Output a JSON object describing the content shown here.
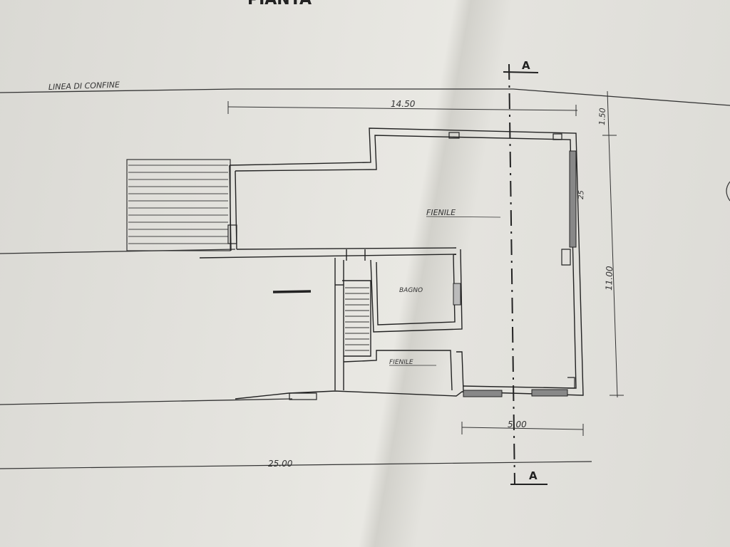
{
  "sheet": {
    "title": "PIANTA"
  },
  "labels": {
    "boundary_line": "LINEA DI CONFINE",
    "room_fienile_main": "FIENILE",
    "room_bagno": "BAGNO",
    "room_fienile_small": "FIENILE"
  },
  "dimensions": {
    "top_width": "14.50",
    "top_right_offset": "1.50",
    "right_height": "11.00",
    "wall_thickness": "25",
    "bottom_segment": "5.00",
    "total_length": "25.00"
  },
  "section_markers": {
    "top": "A",
    "bottom": "A"
  }
}
